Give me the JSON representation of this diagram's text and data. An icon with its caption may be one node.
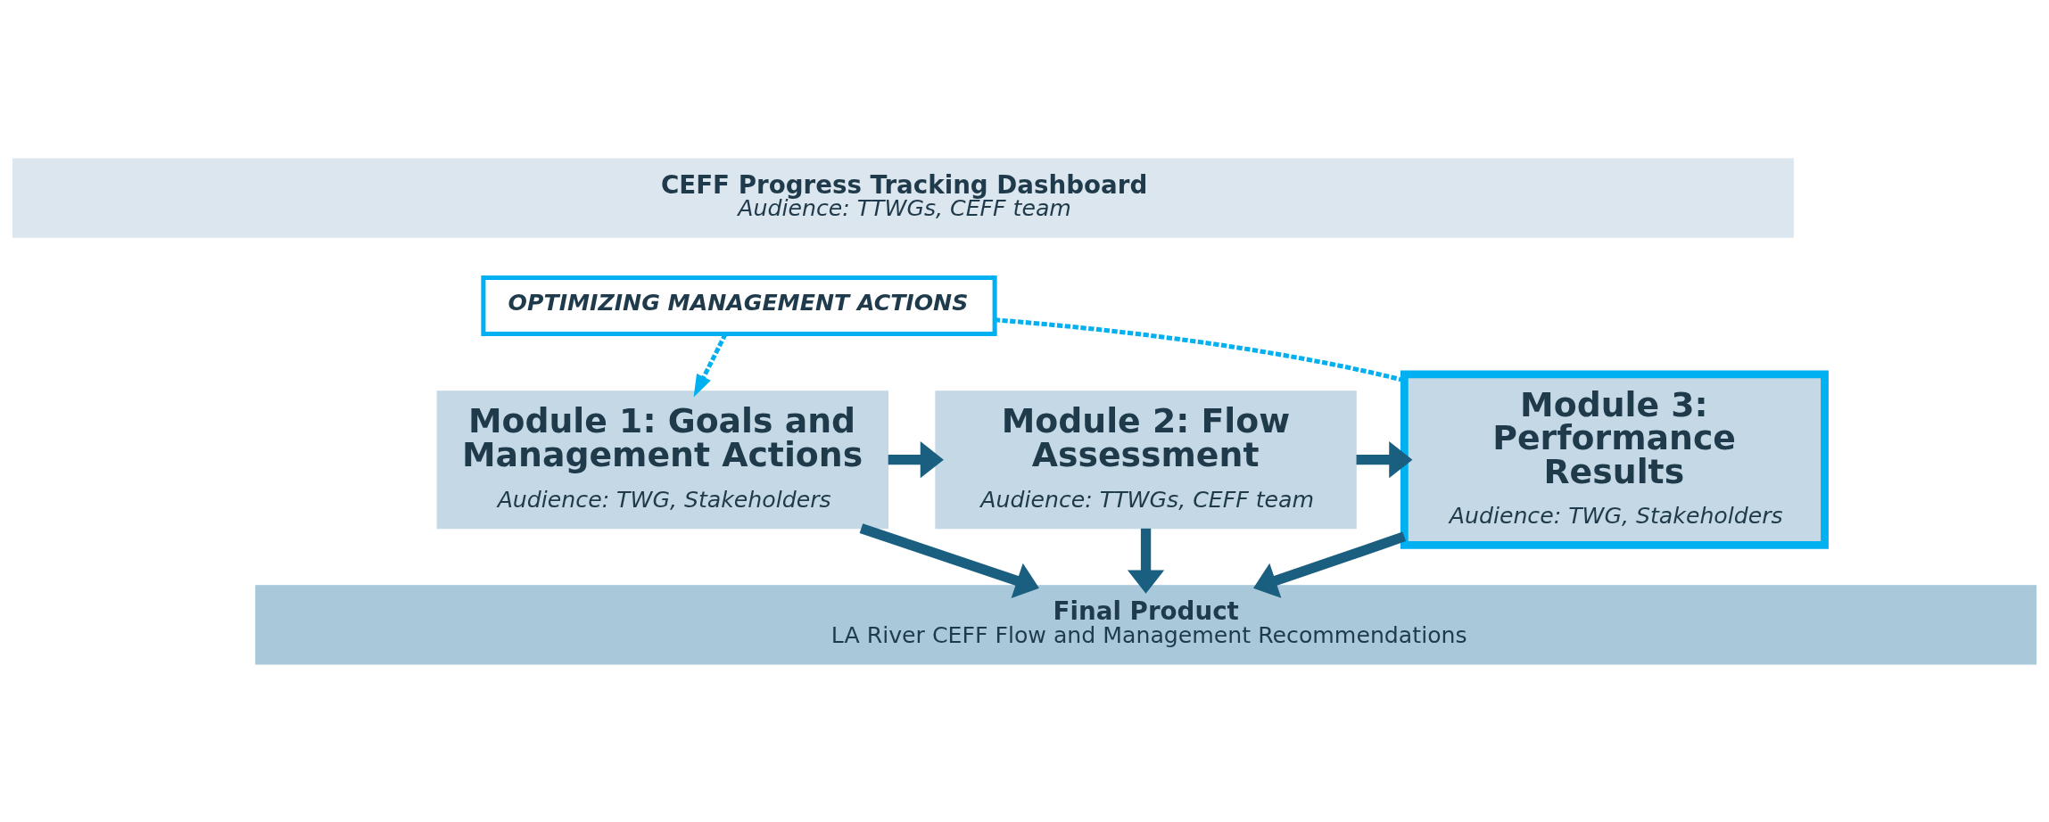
{
  "diagram": {
    "nodes": [
      {
        "text": [
          "CEFF Progress Tracking Dashboard",
          "Audience: TTWGs, CEFF team"
        ]
      },
      {
        "text": [
          "OPTIMIZING MANAGEMENT ACTIONS"
        ]
      },
      {
        "text": [
          "Module 1: Goals and Management Actions",
          "Audience: TWG, Stakeholders"
        ]
      },
      {
        "text": [
          "Module 2: Flow Assessment",
          "Audience: TTWGs, CEFF team"
        ]
      },
      {
        "text": [
          "Module 3: Performance Results",
          "Audience: TWG, Stakeholders"
        ]
      },
      {
        "text": [
          "Final Product",
          "LA River CEFF Flow and Management Recommendations"
        ]
      }
    ],
    "edges": [
      {
        "from": 4,
        "to": 1,
        "arrow": "none",
        "style": "dashed",
        "color": "#00b0f0"
      },
      {
        "from": 1,
        "to": 2,
        "arrow": "to",
        "style": "dashed",
        "color": "#00b0f0"
      },
      {
        "from": 2,
        "to": 3,
        "arrow": "to"
      },
      {
        "from": 3,
        "to": 4,
        "arrow": "to"
      },
      {
        "from": 2,
        "to": 5,
        "arrow": "to"
      },
      {
        "from": 3,
        "to": 5,
        "arrow": "to"
      },
      {
        "from": 4,
        "to": 5,
        "arrow": "to"
      }
    ]
  }
}
